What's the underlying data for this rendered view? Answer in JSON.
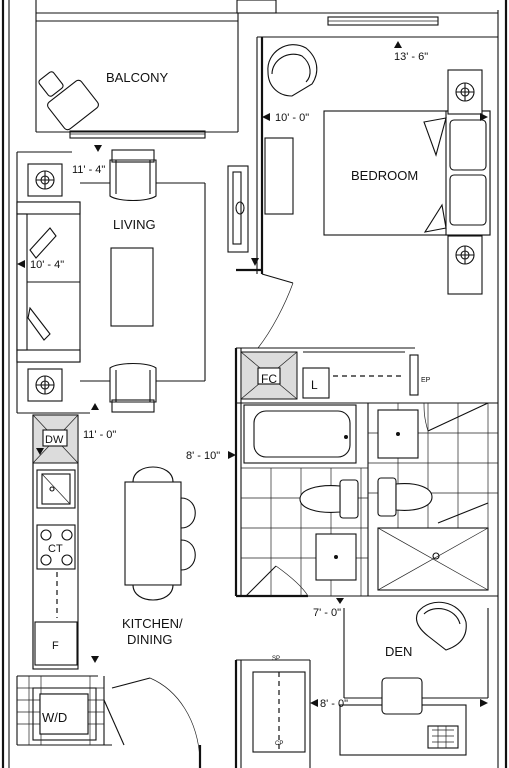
{
  "rooms": {
    "balcony": "BALCONY",
    "bedroom": "BEDROOM",
    "living": "LIVING",
    "kitchen_line1": "KITCHEN/",
    "kitchen_line2": "DINING",
    "den": "DEN",
    "wd": "W/D"
  },
  "dimensions": {
    "bedroom_width": "13' - 6\"",
    "bedroom_depth": "10' - 0\"",
    "living_width": "11' - 4\"",
    "living_depth": "10' - 4\"",
    "kitchen_width": "11' - 0\"",
    "bath_depth": "8' - 10\"",
    "den_width": "7' - 0\"",
    "den_depth": "8' - 0\""
  },
  "fixtures": {
    "fc": "FC",
    "linen": "L",
    "ep": "EP",
    "dishwasher": "DW",
    "cooktop": "CT",
    "fridge": "F",
    "sp": "SP",
    "cp": "CP"
  }
}
